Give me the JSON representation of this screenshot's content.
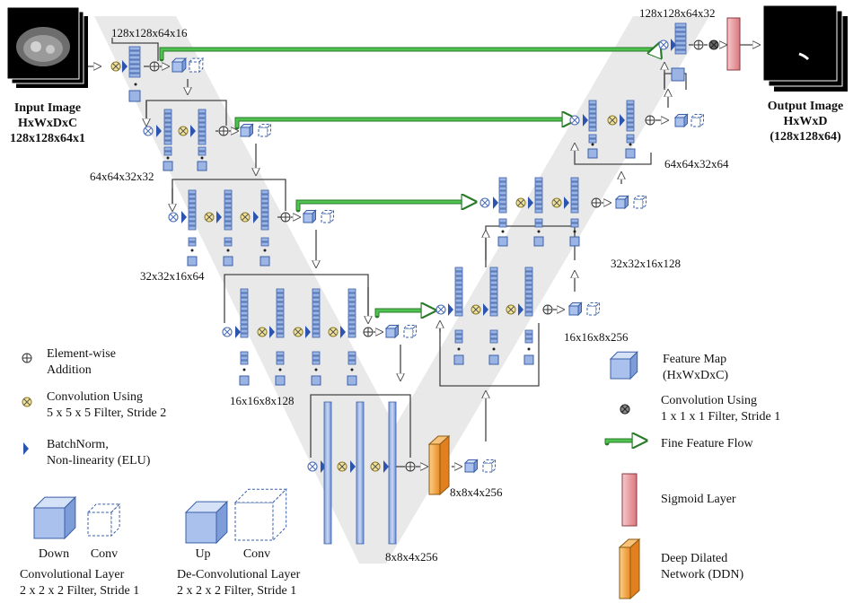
{
  "input": {
    "line1": "Input Image",
    "line2": "HxWxDxC",
    "line3": "128x128x64x1"
  },
  "output": {
    "line1": "Output Image",
    "line2": "HxWxD",
    "line3": "(128x128x64)"
  },
  "stage_labels": {
    "enc1": "128x128x64x16",
    "enc2": "64x64x32x32",
    "enc3": "32x32x16x64",
    "enc4": "16x16x8x128",
    "bottom_top": "8x8x4x256",
    "bottom_low": "8x8x4x256",
    "dec4": "16x16x8x256",
    "dec3": "32x32x16x128",
    "dec2": "64x64x32x64",
    "dec1": "128x128x64x32"
  },
  "legend_left": {
    "addition": [
      "Element-wise",
      "Addition"
    ],
    "conv5": [
      "Convolution Using",
      "5 x 5 x 5 Filter, Stride 2"
    ],
    "bn": [
      "BatchNorm,",
      "Non-linearity (ELU)"
    ],
    "down_label": "Down",
    "conv_label": "Conv",
    "up_label": "Up",
    "conv_label2": "Conv",
    "conv_layer": [
      "Convolutional Layer",
      "2 x 2 x 2 Filter, Stride 1"
    ],
    "deconv_layer": [
      "De-Convolutional Layer",
      "2 x 2 x 2 Filter, Stride 1"
    ]
  },
  "legend_right": {
    "feature_map": [
      "Feature Map",
      "(HxWxDxC)"
    ],
    "conv1": [
      "Convolution Using",
      "1 x 1 x 1 Filter, Stride 1"
    ],
    "fine_flow": "Fine Feature Flow",
    "sigmoid": "Sigmoid Layer",
    "ddn": [
      "Deep Dilated",
      "Network (DDN)"
    ]
  },
  "colors": {
    "v_band": "#e8e8e8",
    "feature_blue": "#9cb4e4",
    "feature_blue_dark": "#3a5fa8",
    "conv_yellow": "#f3e39a",
    "bn_blue": "#2d55b0",
    "fine_flow_green": "#4fc24f",
    "sigmoid_red": "#e8a0a4",
    "ddn_orange": "#f2a24a"
  }
}
